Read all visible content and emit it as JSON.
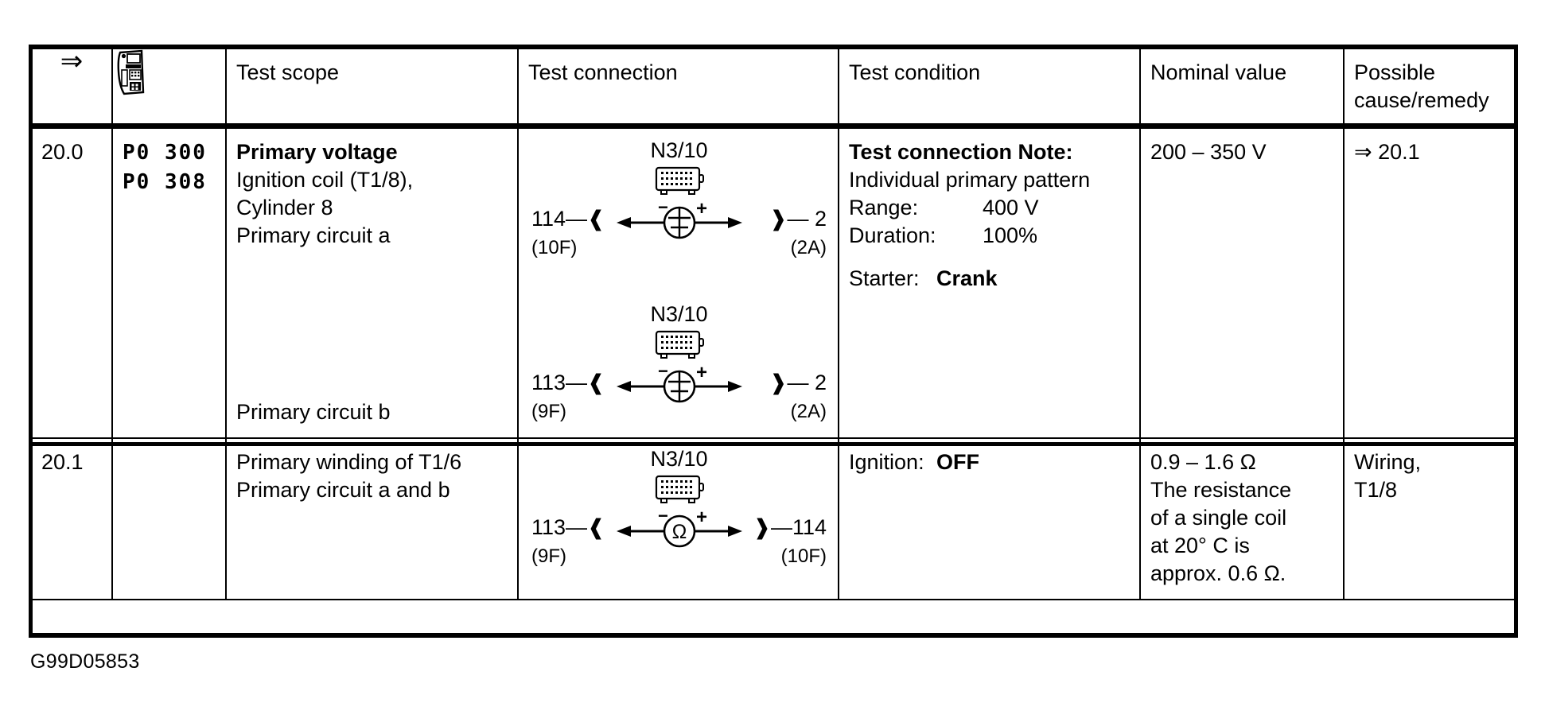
{
  "document": {
    "caption": "G99D05853"
  },
  "table": {
    "headers": {
      "step": "⇒",
      "device_icon": "scan-tool-icon",
      "test_scope": "Test scope",
      "test_connection": "Test connection",
      "test_condition": "Test condition",
      "nominal_value": "Nominal value",
      "possible_cause": "Possible\ncause/remedy",
      "possible_cause_line1": "Possible",
      "possible_cause_line2": "cause/remedy"
    },
    "rows": [
      {
        "step": "20.0",
        "codes": [
          "P0 300",
          "P0 308"
        ],
        "scope_lines": [
          "Primary voltage",
          "Ignition coil (T1/8),",
          "Cylinder 8",
          "Primary circuit a"
        ],
        "scope_lines_bold": [
          true,
          false,
          false,
          false
        ],
        "scope_lines_2": [
          "Primary circuit b"
        ],
        "diagrams": [
          {
            "label": "N3/10",
            "meter": "⊕",
            "meter_kind": "voltage",
            "left_terminal": "114",
            "left_sub": "(10F)",
            "right_terminal": "2",
            "right_sub": "(2A)",
            "minus": "−",
            "plus": "+"
          },
          {
            "label": "N3/10",
            "meter": "⊕",
            "meter_kind": "voltage",
            "left_terminal": "113",
            "left_sub": "(9F)",
            "right_terminal": "2",
            "right_sub": "(2A)",
            "minus": "−",
            "plus": "+"
          }
        ],
        "condition": {
          "title": "Test connection Note:",
          "subtitle": "Individual primary pattern",
          "pairs": [
            {
              "key": "Range:",
              "value": "400 V",
              "bold": false
            },
            {
              "key": "Duration:",
              "value": "100%",
              "bold": false
            }
          ],
          "pairs_after": [
            {
              "key": "Starter:",
              "value": "Crank",
              "bold": true
            }
          ]
        },
        "nominal_lines": [
          "200 – 350 V"
        ],
        "cause_lines": [
          "⇒ 20.1"
        ]
      },
      {
        "step": "20.1",
        "codes": [],
        "scope_lines": [
          "Primary winding of T1/6",
          "Primary circuit a and b"
        ],
        "scope_lines_bold": [
          false,
          false
        ],
        "scope_lines_2": [],
        "diagrams": [
          {
            "label": "N3/10",
            "meter": "Ω",
            "meter_kind": "resistance",
            "left_terminal": "113",
            "left_sub": "(9F)",
            "right_terminal": "114",
            "right_sub": "(10F)",
            "minus": "−",
            "plus": "+"
          }
        ],
        "condition": {
          "title": "",
          "subtitle": "",
          "pairs": [],
          "pairs_after": [
            {
              "key": "Ignition:",
              "value": "OFF",
              "bold": true
            }
          ]
        },
        "nominal_lines": [
          "0.9 – 1.6 Ω",
          "The resistance",
          "of a single coil",
          "at 20° C is",
          "approx. 0.6 Ω."
        ],
        "cause_lines": [
          "Wiring,",
          "T1/8"
        ]
      }
    ]
  }
}
